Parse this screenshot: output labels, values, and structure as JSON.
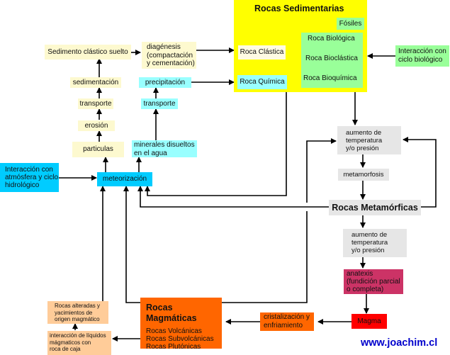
{
  "sedimentary": {
    "title": "Rocas Sedimentarias",
    "fossils": "Fósiles",
    "clastic": "Roca Clástica",
    "chemical": "Roca Química",
    "biological": "Roca Biológica",
    "bioclastic": "Roca Bioclástica",
    "biochemical": "Roca Bioquímica"
  },
  "clastic_path": {
    "loose_sediment": "Sedimento clástico suelto",
    "diagenesis_line1": "diagénesis",
    "diagenesis_line2": "(compactación",
    "diagenesis_line3": "y cementación)",
    "sedimentation": "sedimentación",
    "transport": "transporte",
    "erosion": "erosión",
    "particles": "particulas"
  },
  "chemical_path": {
    "precipitation": "precipitación",
    "transport": "transporte",
    "dissolved_line1": "minerales disueltos",
    "dissolved_line2": "en el agua"
  },
  "weathering": {
    "label": "meteorización",
    "interaction_line1": "Interacción con",
    "interaction_line2": "atmósfera y ciclo",
    "interaction_line3": "hidrológico"
  },
  "bio_interaction": {
    "line1": "Interacción con",
    "line2": "ciclo biológico"
  },
  "metamorphic": {
    "increase1_line1": "aumento de",
    "increase1_line2": "temperatura",
    "increase1_line3": "y/o presión",
    "metamorphosis": "metamorfosis",
    "title": "Rocas Metamórficas",
    "increase2_line1": "aumento de",
    "increase2_line2": "temperatura",
    "increase2_line3": "y/o presión",
    "anatexis_line1": "anatexis",
    "anatexis_line2": "(fundición parcial",
    "anatexis_line3": "o completa)",
    "magma": "Magma"
  },
  "magmatic": {
    "title": "Rocas Magmáticas",
    "volcanic": "Rocas Volcánicas",
    "subvolcanic": "Rocas Subvolcánicas",
    "plutonic": "Rocas Plutónicas",
    "crystallization_line1": "cristalización y",
    "crystallization_line2": "enfriamiento",
    "altered_line1": "Rocas alteradas y",
    "altered_line2": "yacimientos de",
    "altered_line3": "origen magmático",
    "interaction_line1": "interacción de líquidos",
    "interaction_line2": "mágmaticos con",
    "interaction_line3": "roca de caja"
  },
  "watermark": "www.joachim.cl",
  "colors": {
    "sedimentary_bg": "#ffff00",
    "cream": "#fdf9cf",
    "cyan": "#99ffff",
    "blue": "#00ccff",
    "green": "#99ff99",
    "grey": "#e6e6e6",
    "orange_light": "#ffcc99",
    "orange": "#ff6600",
    "anatexis": "#cc3366",
    "magma": "#ff0000",
    "watermark": "#0000cc"
  }
}
